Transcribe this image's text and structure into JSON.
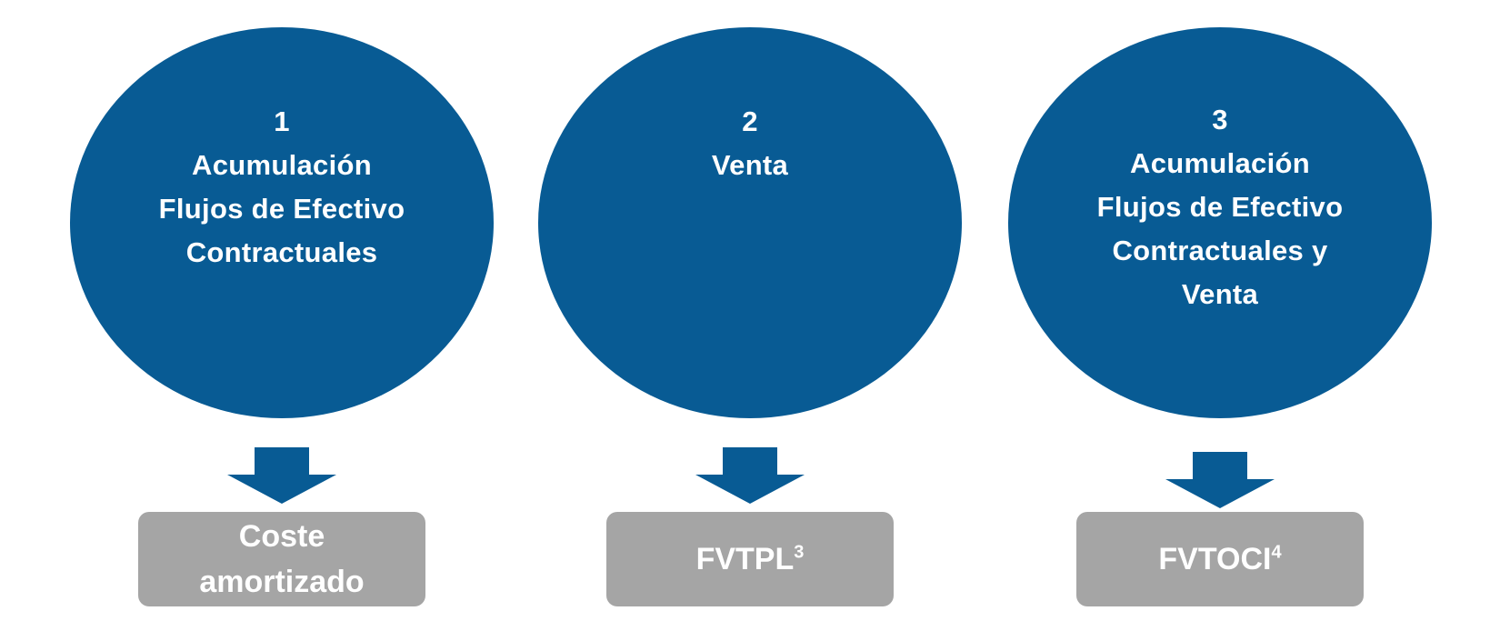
{
  "colors": {
    "circle_fill": "#085b94",
    "arrow_fill": "#085b94",
    "box_fill": "#a5a5a5",
    "text": "#ffffff"
  },
  "models": [
    {
      "number": "1",
      "title_lines": [
        "Acumulación",
        "Flujos de Efectivo",
        "Contractuales"
      ],
      "result_lines": [
        "Coste",
        "amortizado"
      ],
      "result_sup": ""
    },
    {
      "number": "2",
      "title_lines": [
        "Venta"
      ],
      "result_lines": [
        "FVTPL"
      ],
      "result_sup": "3"
    },
    {
      "number": "3",
      "title_lines": [
        "Acumulación",
        "Flujos de Efectivo",
        "Contractuales y",
        "Venta"
      ],
      "result_lines": [
        "FVTOCI"
      ],
      "result_sup": "4"
    }
  ]
}
